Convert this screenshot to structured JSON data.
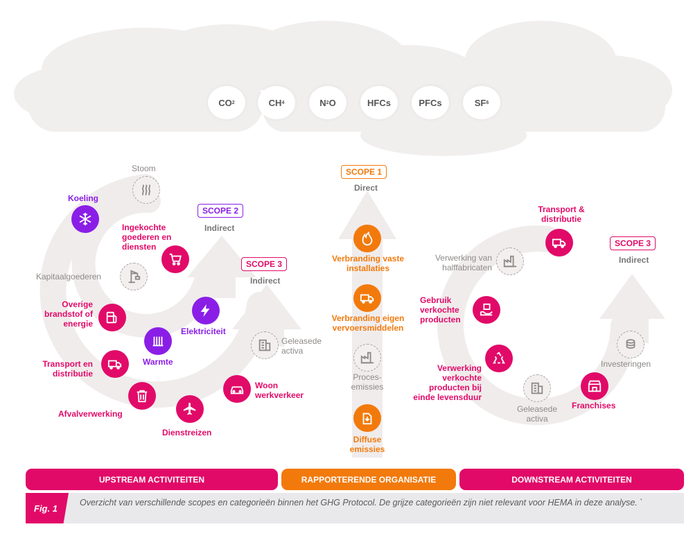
{
  "gases": [
    {
      "base": "CO",
      "sub": "2"
    },
    {
      "base": "CH",
      "sub": "4"
    },
    {
      "base": "N",
      "sub": "2",
      "tail": "O"
    },
    {
      "base": "HFCs",
      "sub": ""
    },
    {
      "base": "PFCs",
      "sub": ""
    },
    {
      "base": "SF",
      "sub": "6"
    }
  ],
  "scopes": {
    "scope1": {
      "label": "SCOPE 1",
      "sub": "Direct",
      "color": "#f27a0c"
    },
    "scope2": {
      "label": "SCOPE 2",
      "sub": "Indirect",
      "color": "#8a1ee6"
    },
    "scope3_up": {
      "label": "SCOPE 3",
      "sub": "Indirect",
      "color": "#e10a68"
    },
    "scope3_down": {
      "label": "SCOPE 3",
      "sub": "Indirect",
      "color": "#e10a68"
    }
  },
  "upstream": {
    "stoom": "Stoom",
    "koeling": "Koeling",
    "ingekochte": "Ingekochte goederen en diensten",
    "kapitaal": "Kapitaalgoederen",
    "overige": "Overige brandstof of energie",
    "elektriciteit": "Elektriciteit",
    "warmte": "Warmte",
    "transport": "Transport en distributie",
    "afval": "Afvalverwerking",
    "dienstreizen": "Dienstreizen",
    "woon": "Woon werkverkeer",
    "geleasede": "Geleasede activa"
  },
  "organisation": {
    "verbranding_vast": "Verbranding vaste installaties",
    "verbranding_eigen": "Verbranding eigen vervoersmiddelen",
    "proces": "Proces- emissies",
    "diffuse": "Diffuse emissies"
  },
  "downstream": {
    "transport": "Transport & distributie",
    "verwerking_half": "Verwerking van halffabricaten",
    "gebruik": "Gebruik verkochte producten",
    "verwerking_einde": "Verwerking verkochte producten bij einde levensduur",
    "geleasede": "Geleasede activa",
    "franchises": "Franchises",
    "investeringen": "Investeringen"
  },
  "bars": {
    "upstream": "UPSTREAM ACTIVITEITEN",
    "organisatie": "RAPPORTERENDE ORGANISATIE",
    "downstream": "DOWNSTREAM ACTIVITEITEN"
  },
  "caption": {
    "fig": "Fig. 1",
    "text": "Overzicht van verschillende scopes en categorieën binnen het GHG Protocol. De grijze categorieën zijn niet relevant voor HEMA in deze analyse. `"
  },
  "colors": {
    "pink": "#e10a68",
    "purple": "#8a1ee6",
    "orange": "#f27a0c",
    "grey": "#8e8a88"
  },
  "icons": [
    "steam-icon",
    "snowflake-icon",
    "cart-icon",
    "crane-icon",
    "fuel-pump-icon",
    "lightning-icon",
    "radiator-icon",
    "truck-icon",
    "trash-icon",
    "airplane-icon",
    "car-icon",
    "building-icon",
    "flame-icon",
    "factory-icon",
    "fuel-can-icon",
    "recycle-icon",
    "store-icon",
    "coins-icon",
    "hand-box-icon"
  ]
}
